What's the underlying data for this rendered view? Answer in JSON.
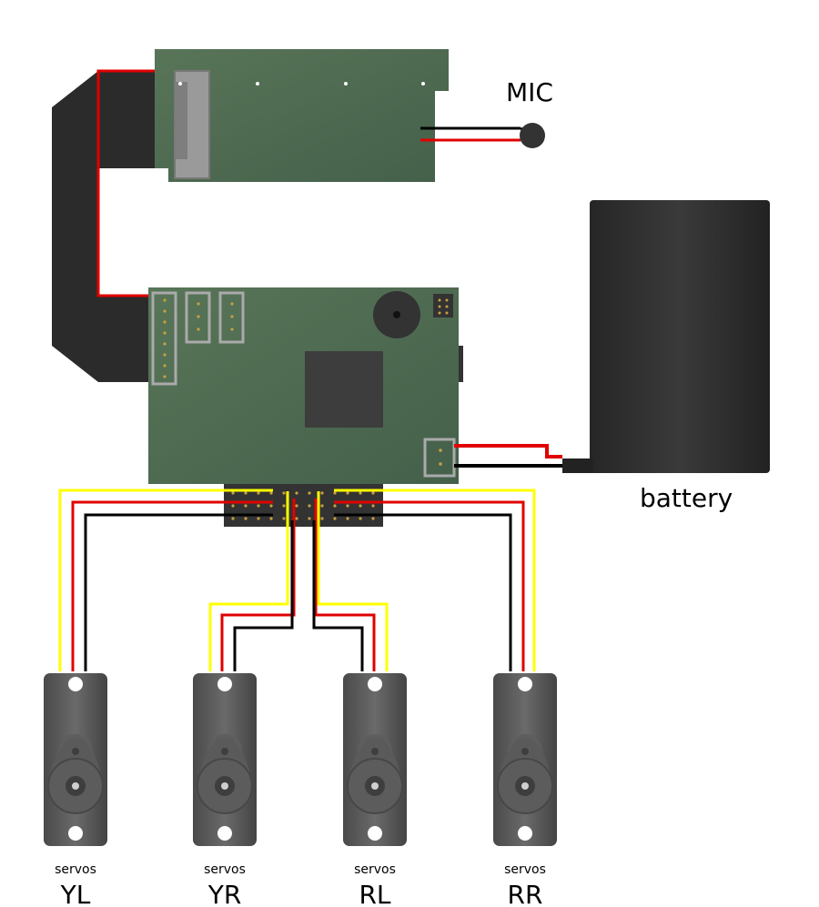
{
  "labels": {
    "mic": "MIC",
    "battery": "battery"
  },
  "servos": [
    {
      "caption": "servos",
      "name": "YL"
    },
    {
      "caption": "servos",
      "name": "YR"
    },
    {
      "caption": "servos",
      "name": "RL"
    },
    {
      "caption": "servos",
      "name": "RR"
    }
  ],
  "colors": {
    "pcb": "#4f6b50",
    "cable": "#2b2b2b",
    "battery": "#333333",
    "servo_body": "#555555",
    "wire_signal": "#ffff00",
    "wire_power": "#e00000",
    "wire_ground": "#000000"
  }
}
